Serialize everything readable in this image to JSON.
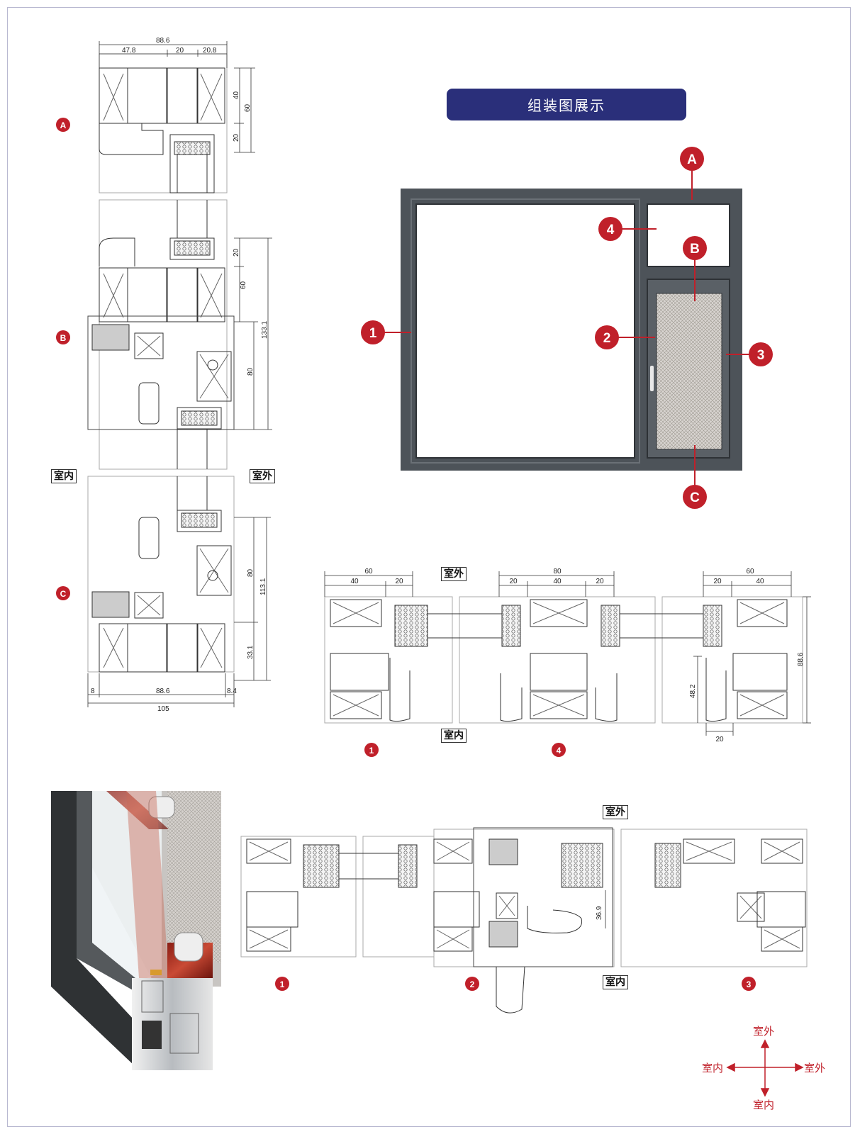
{
  "title": "组装图展示",
  "labels": {
    "indoor": "室内",
    "outdoor": "室外"
  },
  "markers": {
    "letters": [
      "A",
      "B",
      "C"
    ],
    "numbers": [
      "1",
      "2",
      "3",
      "4"
    ]
  },
  "left_section": {
    "top_dims": [
      "88.6",
      "47.8",
      "20",
      "20.8"
    ],
    "right_dims_A": [
      "40",
      "60",
      "20"
    ],
    "right_dims_B": [
      "20",
      "60",
      "80",
      "133.1"
    ],
    "right_dims_C": [
      "80",
      "113.1",
      "33.1"
    ],
    "bottom_dims": [
      "8",
      "88.6",
      "8.4",
      "105"
    ]
  },
  "horizontal_section": {
    "dims_left": [
      "60",
      "40",
      "20"
    ],
    "dims_mid": [
      "80",
      "20",
      "40",
      "20"
    ],
    "dims_right": [
      "60",
      "20",
      "40"
    ],
    "dims_side": [
      "88.6",
      "48.2",
      "20"
    ],
    "markers": [
      "1",
      "4"
    ]
  },
  "bottom_section": {
    "dims": [
      "36.9"
    ],
    "markers": [
      "1",
      "2",
      "3"
    ]
  },
  "colors": {
    "accent_red": "#c0202a",
    "title_blue": "#2a2f7a",
    "frame_gray": "#4d5359"
  }
}
